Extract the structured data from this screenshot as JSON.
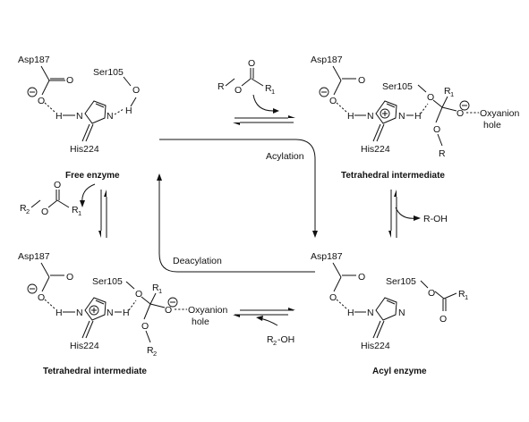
{
  "labels": {
    "free_enzyme": "Free enzyme",
    "tetrahedral_1": "Tetrahedral intermediate",
    "tetrahedral_2": "Tetrahedral intermediate",
    "acyl_enzyme": "Acyl enzyme",
    "acylation": "Acylation",
    "deacylation": "Deacylation"
  },
  "residues": {
    "asp": "Asp187",
    "ser": "Ser105",
    "his": "His224"
  },
  "atoms": {
    "O": "O",
    "N": "N",
    "H": "H",
    "R": "R",
    "R1": "R",
    "R1_sub": "1",
    "R2": "R",
    "R2_sub": "2",
    "minus": "−",
    "plus": "+"
  },
  "oxyanion": {
    "line1": "Oxyanion",
    "line2": "hole"
  },
  "reagents": {
    "roh": "R-OH",
    "r2oh_prefix": "R",
    "r2oh_sub": "2",
    "r2oh_suffix": "-OH"
  }
}
